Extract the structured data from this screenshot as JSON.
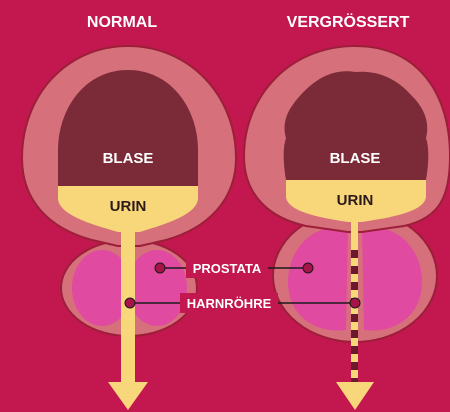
{
  "columns": {
    "left_title": "NORMAL",
    "right_title": "VERGRÖSSERT"
  },
  "organs": {
    "bladder_left": "BLASE",
    "urine_left": "URIN",
    "bladder_right": "BLASE",
    "urine_right": "URIN"
  },
  "callouts": {
    "prostate": "PROSTATA",
    "urethra": "HARNRÖHRE"
  },
  "colors": {
    "background": "#c2174f",
    "bladder_wall": "#d6707a",
    "bladder_wall_dark": "#9c1f3a",
    "bladder_inner": "#7b2a38",
    "urine": "#f8d67a",
    "prostate": "#e04aa0",
    "prostate_light": "#f07cc0"
  }
}
